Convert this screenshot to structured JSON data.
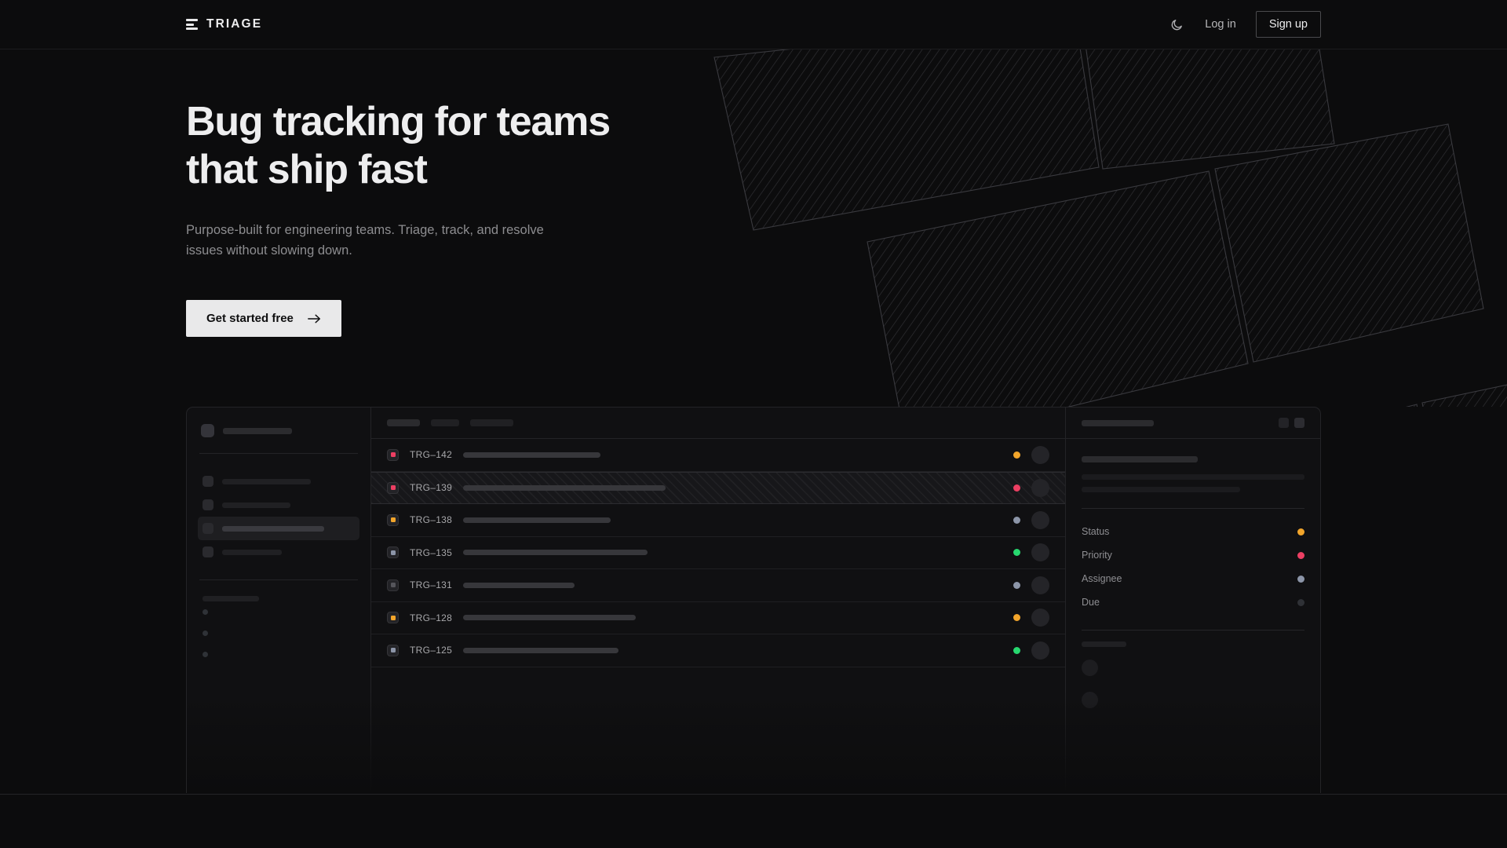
{
  "brand": {
    "name": "TRIAGE",
    "logo_icon": "stacked-bars-icon"
  },
  "header": {
    "theme_toggle_icon": "moon-icon",
    "login_label": "Log in",
    "signup_label": "Sign up"
  },
  "hero": {
    "title": "Bug tracking for teams that ship fast",
    "title_line1": "Bug tracking for teams",
    "title_line2": "that ship fast",
    "subtitle": "Purpose-built for engineering teams. Triage, track, and resolve issues without slowing down.",
    "cta_label": "Get started free",
    "cta_icon": "arrow-right-icon",
    "art": "diagonal-hatched-panels"
  },
  "colors": {
    "background": "#0c0c0d",
    "surface": "#101012",
    "border": "#242427",
    "text_primary": "#eeeeef",
    "text_muted": "#8d8d90",
    "accent_amber": "#f2a52b",
    "accent_pink": "#ec3f63",
    "accent_green": "#27d86f",
    "accent_slate": "#8c95a8",
    "accent_idle": "#2f3136"
  },
  "mockup": {
    "sidebar": {
      "workspace_label": "",
      "nav_items": [
        {
          "active": false
        },
        {
          "active": false
        },
        {
          "active": true
        },
        {
          "active": false
        }
      ],
      "section_label": "",
      "sub_items": 3
    },
    "toolbar": {
      "pills": 3
    },
    "issues": [
      {
        "id": "TRG–142",
        "priority_color": "#ec3f63",
        "status_color": "#f2a52b",
        "title_width": 175,
        "selected": false
      },
      {
        "id": "TRG–139",
        "priority_color": "#ec3f63",
        "status_color": "#ec3f63",
        "title_width": 258,
        "selected": true
      },
      {
        "id": "TRG–138",
        "priority_color": "#f2a52b",
        "status_color": "#8c95a8",
        "title_width": 188,
        "selected": false
      },
      {
        "id": "TRG–135",
        "priority_color": "#8c95a8",
        "status_color": "#27d86f",
        "title_width": 235,
        "selected": false
      },
      {
        "id": "TRG–131",
        "priority_color": "#55555b",
        "status_color": "#8c95a8",
        "title_width": 142,
        "selected": false
      },
      {
        "id": "TRG–128",
        "priority_color": "#f2a52b",
        "status_color": "#f2a52b",
        "title_width": 220,
        "selected": false
      },
      {
        "id": "TRG–125",
        "priority_color": "#8c95a8",
        "status_color": "#27d86f",
        "title_width": 198,
        "selected": false
      }
    ],
    "detail": {
      "header_buttons": 2,
      "meta": [
        {
          "label": "Status",
          "color": "#f2a52b"
        },
        {
          "label": "Priority",
          "color": "#ec3f63"
        },
        {
          "label": "Assignee",
          "color": "#8c95a8"
        },
        {
          "label": "Due",
          "color": "#2f3136"
        }
      ],
      "activity_items": 2
    }
  }
}
